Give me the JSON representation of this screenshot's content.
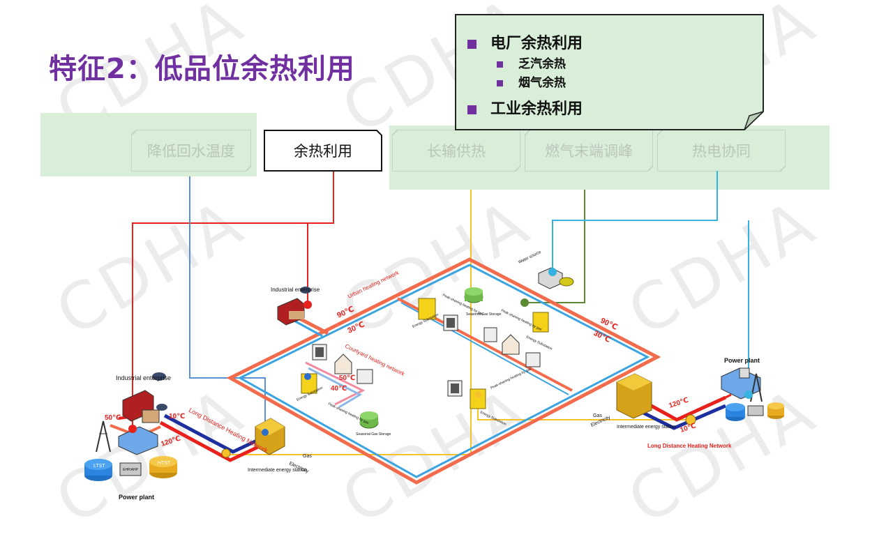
{
  "slide_title": "特征2：低品位余热利用",
  "tabs": [
    {
      "label": "降低回水温度",
      "active": false
    },
    {
      "label": "余热利用",
      "active": true
    },
    {
      "label": "长输供热",
      "active": false
    },
    {
      "label": "燃气末端调峰",
      "active": false
    },
    {
      "label": "热电协同",
      "active": false
    }
  ],
  "note": {
    "items": [
      {
        "text": "电厂余热利用",
        "level": 1
      },
      {
        "text": "乏汽余热",
        "level": 2
      },
      {
        "text": "烟气余热",
        "level": 2
      },
      {
        "text": "工业余热利用",
        "level": 1
      }
    ]
  },
  "watermark": "CDHA",
  "diagram": {
    "urban_network": "Urban heating network",
    "courtyard_network": "Courtyard heating network",
    "long_distance_left": "Long Distance Heating Network",
    "long_distance_right": "Long Distance Heating Network",
    "industrial_enterprise": "Industrial enterprise",
    "power_plant": "Power plant",
    "intermediate_station": "Intermediate energy station",
    "energy_substation": "Energy Substation",
    "peak_shaving": "Peak-shaving heating by gas",
    "seasonal_gas_storage": "Seasonal Gas Storage",
    "water_source": "Water source",
    "gas": "Gas",
    "electricity": "Electricity",
    "temps": {
      "t90": "90℃",
      "t30": "30℃",
      "t50": "50℃",
      "t40": "40℃",
      "t10": "10℃",
      "t120": "120℃"
    },
    "storage_labels": {
      "ltst": "LTST",
      "htst": "HTST",
      "ehp": "EHP/AHP"
    }
  },
  "colors": {
    "title": "#7030a0",
    "red_line": "#e8211c",
    "blue_line": "#5b8fd6",
    "yellow_line": "#f5c22b",
    "green_line": "#5a8a32",
    "cyan_line": "#36b2e0",
    "pipe_supply": "#f26b4c",
    "pipe_return": "#3aa3e0"
  }
}
